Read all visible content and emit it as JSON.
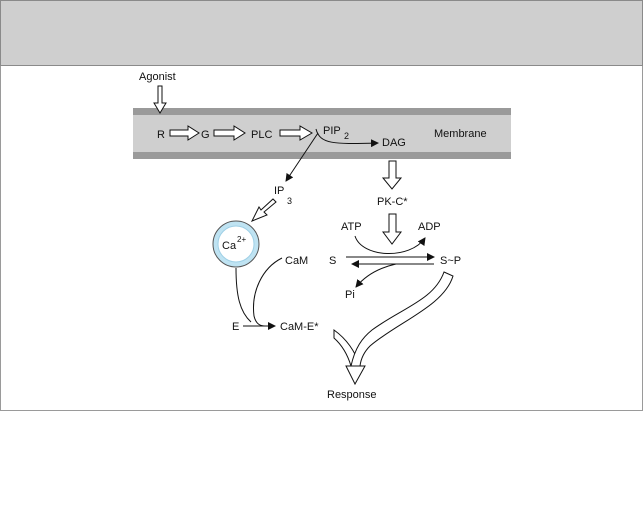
{
  "labels": {
    "agonist": "Agonist",
    "r": "R",
    "g": "G",
    "plc": "PLC",
    "pip": "PIP",
    "pip_sub": "2",
    "dag": "DAG",
    "membrane": "Membrane",
    "ip": "IP",
    "ip_sub": "3",
    "ca": "Ca",
    "ca_sup": "2+",
    "pkc": "PK-C*",
    "atp": "ATP",
    "adp": "ADP",
    "cam": "CaM",
    "s": "S",
    "sp": "S~P",
    "pi": "Pi",
    "e": "E",
    "came": "CaM-E*",
    "response": "Response"
  },
  "colors": {
    "membrane_band": "#9a9a9a",
    "membrane_fill": "#cfcfcf",
    "calcium_outer": "#bfe3f2",
    "calcium_inner": "#ffffff",
    "header_band": "#cfcfcf"
  }
}
